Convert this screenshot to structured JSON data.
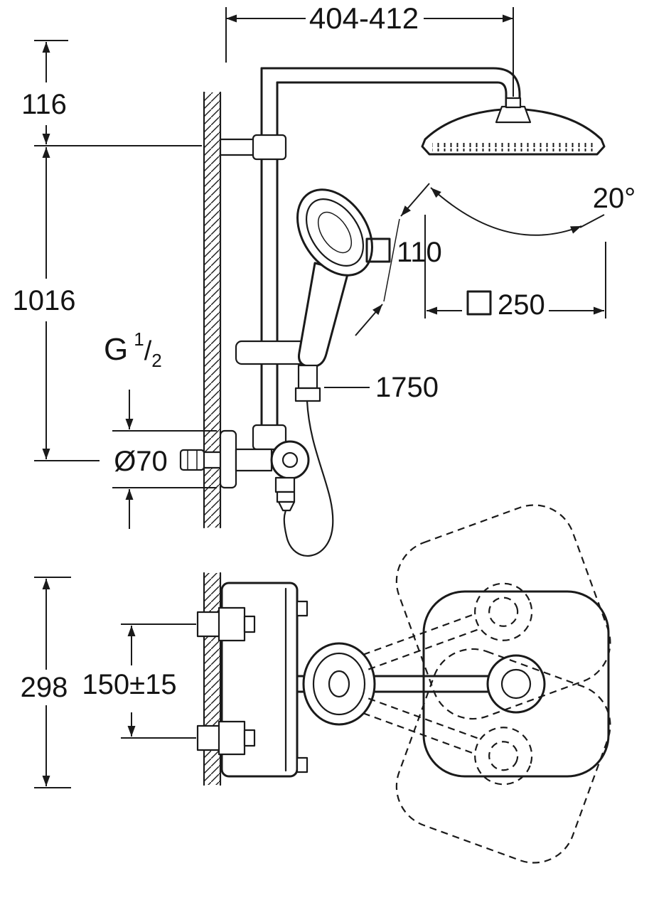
{
  "dims": {
    "top_width": "404-412",
    "head_offset": "116",
    "rail_height": "1016",
    "swivel_angle": "20°",
    "hand_shower_face": "110",
    "head_shower_face": "250",
    "hose_length": "1750",
    "thread_g": "G",
    "thread_num": "1",
    "thread_slash": "/",
    "thread_den": "2",
    "escutcheon_diameter": "Ø70",
    "body_height": "298",
    "connection_spacing": "150±15"
  },
  "symbols": {
    "square": "□"
  }
}
